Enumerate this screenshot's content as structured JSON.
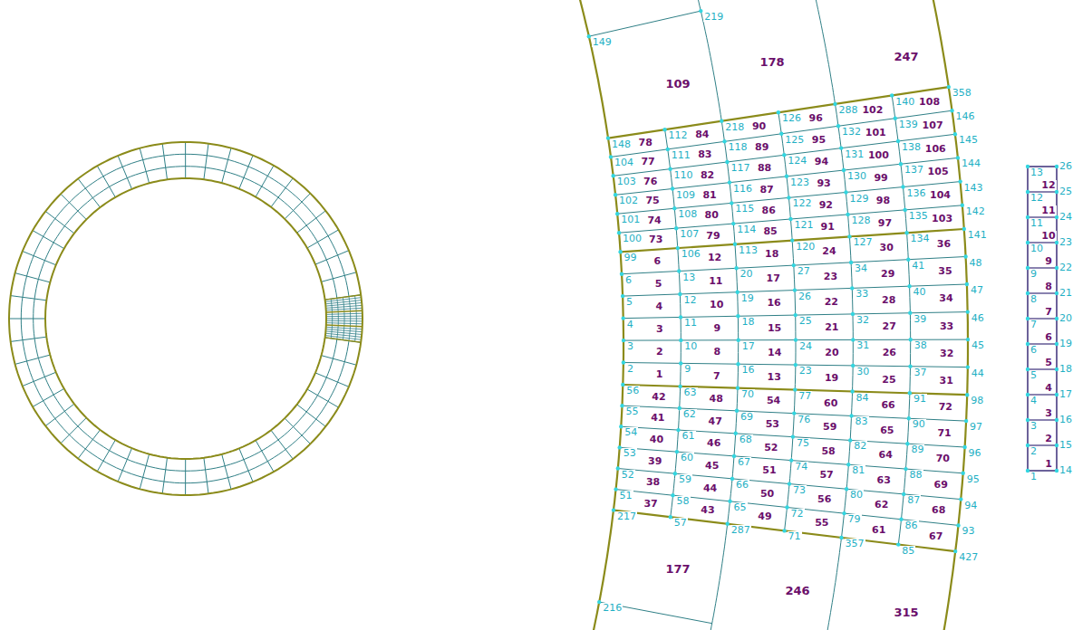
{
  "diagram": {
    "labels": [
      "217",
      "51",
      "52",
      "53",
      "54",
      "55",
      "56",
      "2",
      "3",
      "4",
      "5",
      "6",
      "99",
      "100",
      "101",
      "102",
      "103",
      "104",
      "148",
      "57",
      "58",
      "59",
      "60",
      "61",
      "62",
      "63",
      "9",
      "10",
      "11",
      "12",
      "13",
      "106",
      "107",
      "108",
      "109",
      "110",
      "111",
      "112",
      "287",
      "65",
      "66",
      "67",
      "68",
      "69",
      "70",
      "16",
      "17",
      "18",
      "19",
      "20",
      "113",
      "114",
      "115",
      "116",
      "117",
      "118",
      "218",
      "71",
      "72",
      "73",
      "74",
      "75",
      "76",
      "77",
      "23",
      "24",
      "25",
      "26",
      "27",
      "120",
      "121",
      "122",
      "123",
      "124",
      "125",
      "126",
      "357",
      "79",
      "80",
      "81",
      "82",
      "83",
      "84",
      "30",
      "31",
      "32",
      "33",
      "34",
      "127",
      "128",
      "129",
      "130",
      "131",
      "132",
      "288",
      "85",
      "86",
      "87",
      "88",
      "89",
      "90",
      "91",
      "37",
      "38",
      "39",
      "40",
      "41",
      "134",
      "135",
      "136",
      "137",
      "138",
      "139",
      "140",
      "427",
      "93",
      "94",
      "95",
      "96",
      "97",
      "98",
      "44",
      "45",
      "46",
      "47",
      "48",
      "141",
      "142",
      "143",
      "144",
      "145",
      "146",
      "358",
      "37",
      "38",
      "39",
      "40",
      "41",
      "42",
      "1",
      "2",
      "3",
      "4",
      "5",
      "6",
      "73",
      "74",
      "75",
      "76",
      "77",
      "78",
      "43",
      "44",
      "45",
      "46",
      "47",
      "48",
      "7",
      "8",
      "9",
      "10",
      "11",
      "12",
      "79",
      "80",
      "81",
      "82",
      "83",
      "84",
      "49",
      "50",
      "51",
      "52",
      "53",
      "54",
      "13",
      "14",
      "15",
      "16",
      "17",
      "18",
      "85",
      "86",
      "87",
      "88",
      "89",
      "90",
      "55",
      "56",
      "57",
      "58",
      "59",
      "60",
      "19",
      "20",
      "21",
      "22",
      "23",
      "24",
      "91",
      "92",
      "93",
      "94",
      "95",
      "96",
      "61",
      "62",
      "63",
      "64",
      "65",
      "66",
      "25",
      "26",
      "27",
      "28",
      "29",
      "30",
      "97",
      "98",
      "99",
      "100",
      "101",
      "102",
      "67",
      "68",
      "69",
      "70",
      "71",
      "72",
      "31",
      "32",
      "33",
      "34",
      "35",
      "36",
      "103",
      "104",
      "105",
      "106",
      "107",
      "108",
      "109",
      "178",
      "247",
      "177",
      "246",
      "315",
      "149",
      "219",
      "216",
      "1",
      "2",
      "3",
      "4",
      "5",
      "6",
      "7",
      "8",
      "9",
      "10",
      "11",
      "12",
      "13",
      "14",
      "15",
      "16",
      "17",
      "18",
      "19",
      "20",
      "21",
      "22",
      "23",
      "24",
      "25",
      "26",
      "1",
      "2",
      "3",
      "4",
      "5",
      "6",
      "7",
      "8",
      "9",
      "10",
      "11",
      "12"
    ]
  }
}
